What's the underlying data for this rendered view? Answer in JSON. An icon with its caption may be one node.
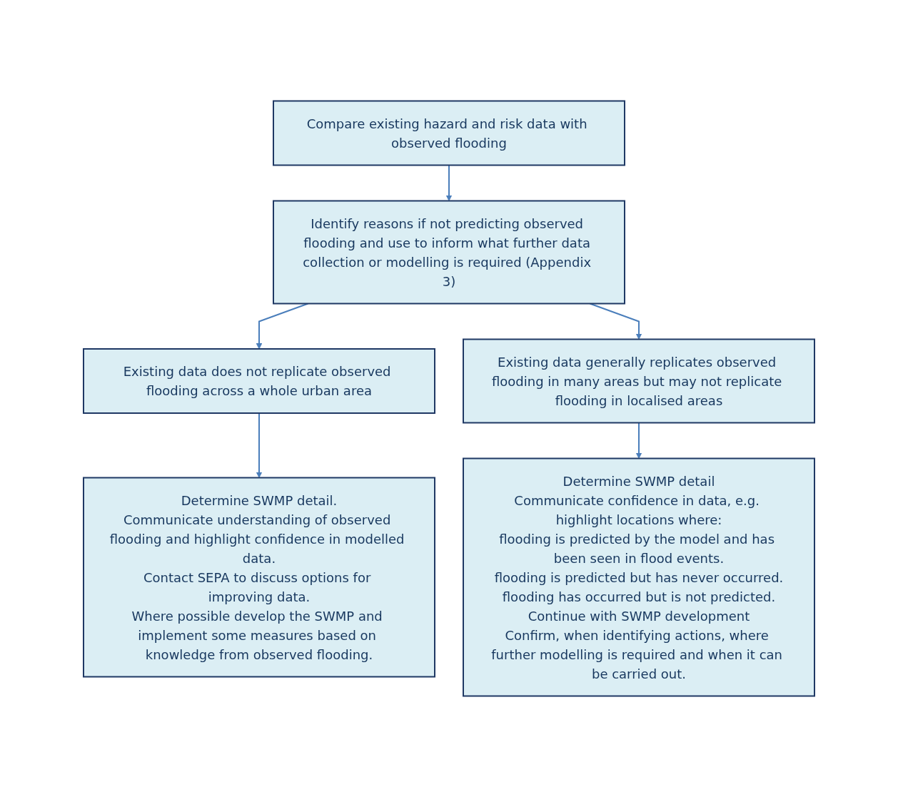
{
  "diagram": {
    "nodes": [
      {
        "text": [
          "Compare existing hazard and risk data with observed flooding"
        ]
      },
      {
        "text": [
          "Identify reasons if not predicting observed flooding and use to inform what further data collection or modelling is required (Appendix 3)"
        ]
      },
      {
        "text": [
          "Existing data does not replicate observed flooding across a whole urban area"
        ]
      },
      {
        "text": [
          "Existing data generally replicates observed flooding in many areas but may not replicate flooding in localised areas"
        ]
      },
      {
        "text": [
          "Determine SWMP detail.",
          "Communicate understanding of observed flooding and highlight confidence in modelled data.",
          "Contact SEPA to discuss options for improving data.",
          "Where possible develop the SWMP and implement some measures based on knowledge from observed flooding."
        ]
      },
      {
        "text": [
          "Determine SWMP detail",
          "Communicate confidence in data, e.g. highlight locations where:",
          "flooding is predicted by the model and has been seen in flood events.",
          "flooding is predicted but has never occurred.",
          "flooding has occurred but is not predicted.",
          "Continue with SWMP development",
          "Confirm, when identifying actions, where further modelling is required and when it can be carried out."
        ]
      }
    ],
    "edges": [
      {
        "from": 0,
        "to": 1,
        "arrow": "to"
      },
      {
        "from": 1,
        "to": 2,
        "arrow": "to"
      },
      {
        "from": 1,
        "to": 3,
        "arrow": "to"
      },
      {
        "from": 2,
        "to": 4,
        "arrow": "to"
      },
      {
        "from": 3,
        "to": 5,
        "arrow": "to"
      }
    ]
  }
}
